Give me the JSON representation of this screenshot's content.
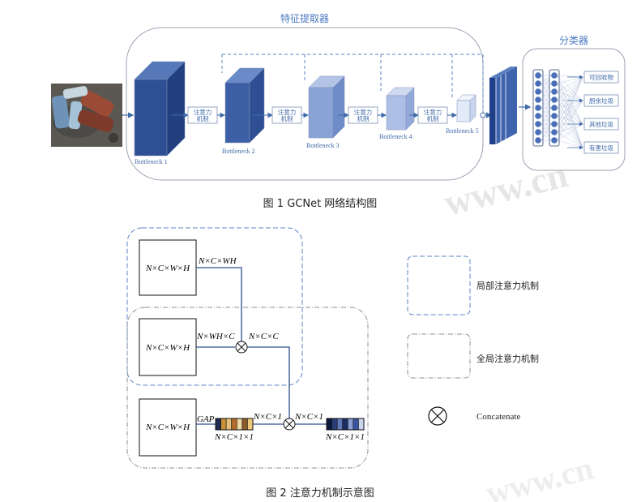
{
  "figure1": {
    "feature_extractor_label": "特征提取器",
    "classifier_label": "分类器",
    "bottlenecks": [
      "Bottleneck 1",
      "Bottleneck 2",
      "Bottleneck 3",
      "Bottleneck 4",
      "Bottleneck 5"
    ],
    "attention_label_line1": "注意力",
    "attention_label_line2": "机制",
    "classes": [
      "可回收物",
      "厨余垃圾",
      "其他垃圾",
      "有害垃圾"
    ],
    "caption": "图 1   GCNet 网络结构图",
    "input_image_icon": "trash-photo-icon"
  },
  "figure2": {
    "block_label": "N×C×W×H",
    "branch1_label": "N×C×WH",
    "branch2_label_left": "N×WH×C",
    "branch2_label_right": "N×C×C",
    "gap_label": "GAP",
    "bar1_bottom_label": "N×C×1×1",
    "bar2_bottom_label": "N×C×1×1",
    "mid_label_left": "N×C×1",
    "mid_label_right": "N×C×1",
    "legend": {
      "local": "局部注意力机制",
      "global": "全局注意力机制",
      "concat": "Concatenate"
    },
    "caption": "图 2   注意力机制示意图",
    "bar1_colors": [
      "#1f2a52",
      "#c9913b",
      "#e4c27d",
      "#b36b2b",
      "#efd9a4",
      "#8a5a2b",
      "#f0c87a"
    ],
    "bar2_colors": [
      "#0d1a40",
      "#2b3f7a",
      "#5f78b8",
      "#1c2d60",
      "#8aa0d4",
      "#3a54a0",
      "#c8d3ee"
    ]
  },
  "watermark": "www.cn"
}
